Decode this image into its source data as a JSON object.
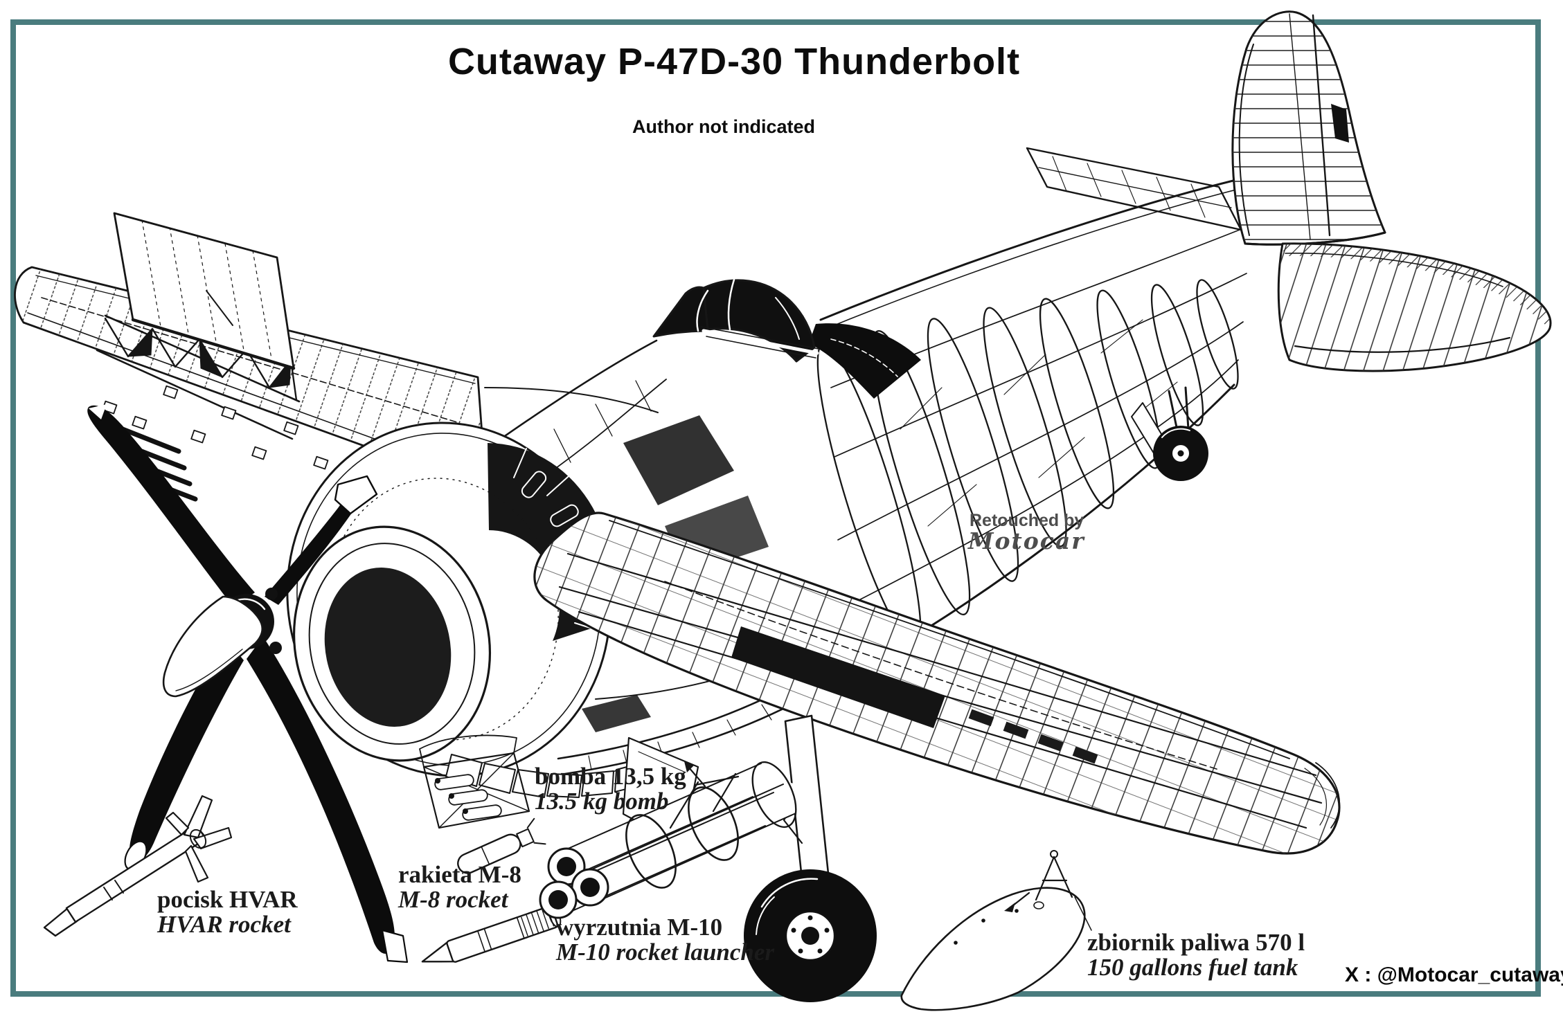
{
  "header": {
    "title": "Cutaway P-47D-30 Thunderbolt",
    "subtitle": "Author not indicated"
  },
  "watermark": {
    "line1": "Retouched by",
    "line2": "Motocar"
  },
  "labels": [
    {
      "id": "hvar",
      "pl": "pocisk HVAR",
      "en": "HVAR rocket"
    },
    {
      "id": "m8",
      "pl": "rakieta M-8",
      "en": "M-8 rocket"
    },
    {
      "id": "bomb",
      "pl": "bomba 13,5 kg",
      "en": "13.5 kg bomb"
    },
    {
      "id": "m10",
      "pl": "wyrzutnia M-10",
      "en": "M-10 rocket launcher"
    },
    {
      "id": "tank",
      "pl": "zbiornik paliwa 570 l",
      "en": "150 gallons fuel tank"
    }
  ],
  "footer": {
    "handle": "X : @Motocar_cutaway"
  },
  "colors": {
    "frame_teal": "#4a7c7e",
    "ink": "#161616",
    "paper": "#ffffff",
    "watermark_gray": "#4d4d4d"
  },
  "icons": {
    "illustration": "p47-thunderbolt-cutaway-drawing"
  }
}
